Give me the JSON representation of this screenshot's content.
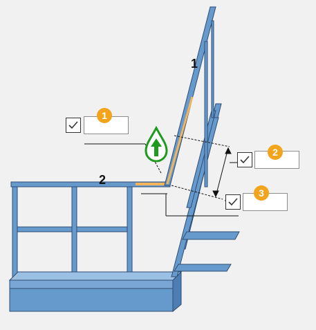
{
  "labels": {
    "top_member": "1",
    "horizontal_member": "2"
  },
  "callouts": [
    {
      "number": "1",
      "checked": true,
      "value": ""
    },
    {
      "number": "2",
      "checked": true,
      "value": ""
    },
    {
      "number": "3",
      "checked": true,
      "value": ""
    }
  ],
  "icons": {
    "checkbox": "checkmark-icon",
    "drop_handle": "green-drop-arrow-icon"
  },
  "colors": {
    "background": "#f1f1f1",
    "steel": "#6699cc",
    "steel_dark": "#2e4d73",
    "highlight": "#f3b45a",
    "badge": "#f2a41c",
    "handle": "#1e9a1e"
  }
}
